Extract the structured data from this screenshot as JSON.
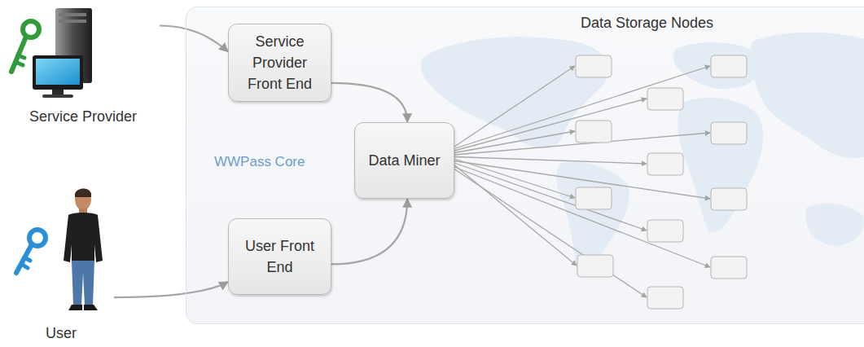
{
  "diagram": {
    "nodes": [
      {
        "text": [
          "Service Provider"
        ]
      },
      {
        "text": [
          "WWPass Core"
        ]
      },
      {
        "text": [
          "Service Provider Front End"
        ],
        "in": 1
      },
      {
        "text": [
          "Data Miner"
        ],
        "in": 1
      },
      {
        "text": [
          "User Front End"
        ],
        "in": 1
      },
      {
        "text": [
          "User"
        ]
      }
    ],
    "edges": [
      {
        "from": 0,
        "to": 2,
        "arrow": "to"
      },
      {
        "from": 2,
        "to": 3,
        "arrow": "to"
      },
      {
        "from": 5,
        "to": 4,
        "arrow": "to"
      },
      {
        "from": 4,
        "to": 3,
        "arrow": "to"
      }
    ],
    "labels": [
      "Data Storage Nodes"
    ]
  }
}
